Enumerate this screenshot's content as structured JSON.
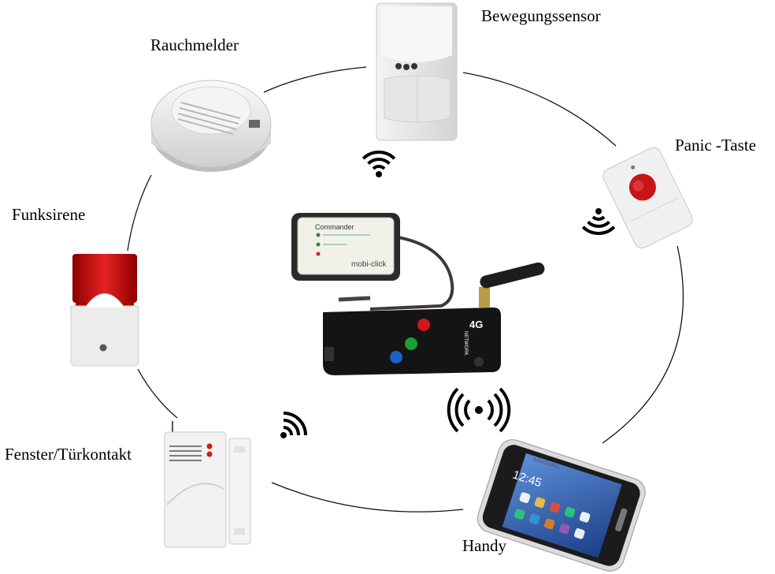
{
  "labels": {
    "motion_sensor": "Bewegungssensor",
    "smoke_detector": "Rauchmelder",
    "panic_button": "Panic -Taste",
    "siren": "Funksirene",
    "door_window_contact": "Fenster/Türkontakt",
    "phone": "Handy"
  },
  "device_text": {
    "commander_title": "Commander",
    "commander_brand": "mobi-click",
    "module_badge": "4G",
    "module_network": "NETWORK",
    "phone_brand": "SAMSUNG",
    "phone_clock": "12:45"
  },
  "colors": {
    "circle": "#111111",
    "siren_red": "#d01010",
    "panic_red": "#c81414",
    "module_body": "#141414",
    "screen_blue": "#2a63b8"
  }
}
